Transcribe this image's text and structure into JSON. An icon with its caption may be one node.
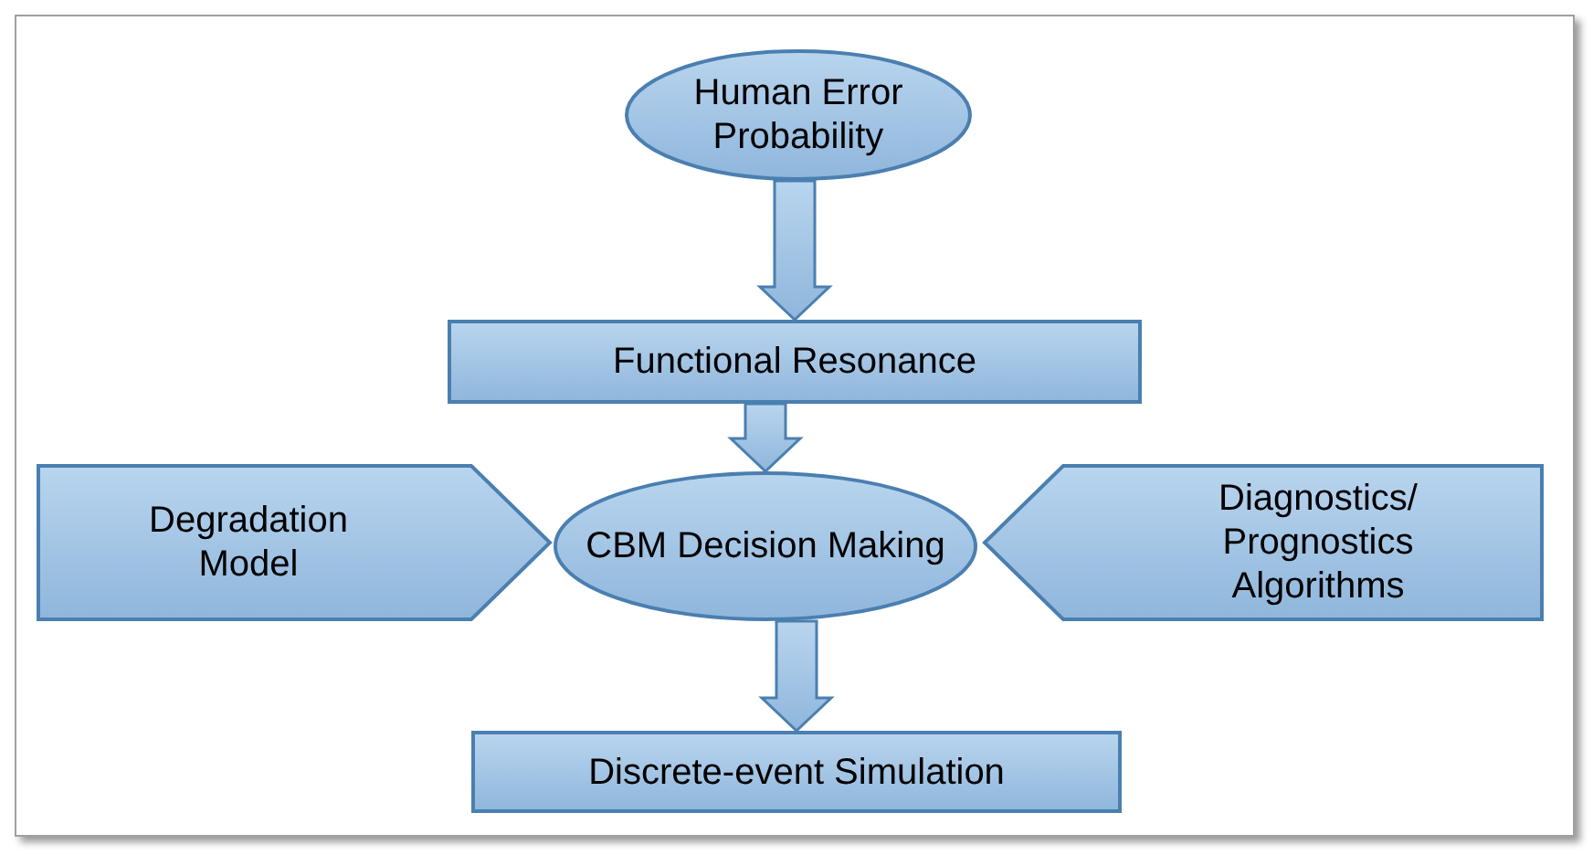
{
  "diagram": {
    "nodes": [
      {
        "text": [
          "Human Error Probability"
        ]
      },
      {
        "text": [
          "Functional Resonance"
        ]
      },
      {
        "text": [
          "Degradation Model"
        ]
      },
      {
        "text": [
          "CBM Decision Making"
        ]
      },
      {
        "text": [
          "Diagnostics/ Prognostics Algorithms"
        ]
      },
      {
        "text": [
          "Discrete-event Simulation"
        ]
      }
    ],
    "edges": [
      {
        "from": 0,
        "to": 1,
        "arrow": "to"
      },
      {
        "from": 1,
        "to": 3,
        "arrow": "to"
      },
      {
        "from": 3,
        "to": 5,
        "arrow": "to"
      }
    ]
  }
}
